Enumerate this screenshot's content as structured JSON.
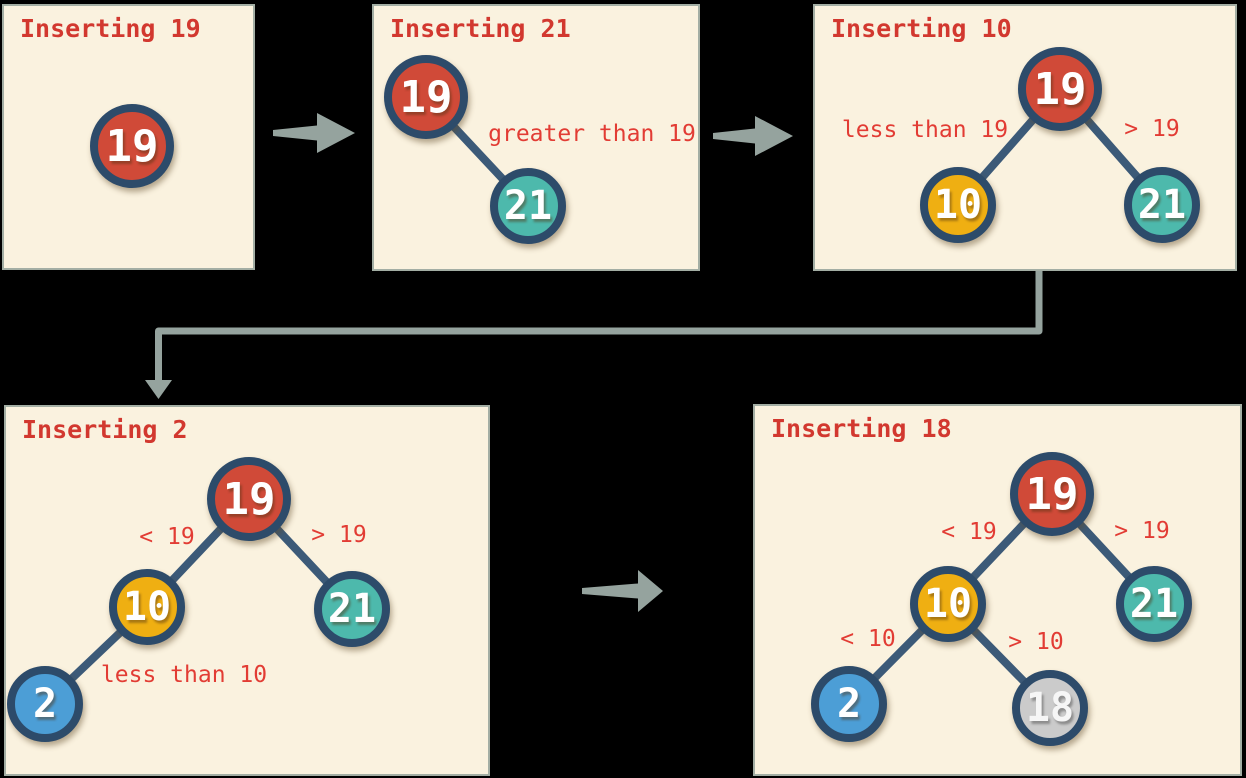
{
  "colors": {
    "background": "#000000",
    "panel_background": "#faf2df",
    "panel_border": "#a3aea4",
    "title_red": "#d2382f",
    "label_red": "#e23c34",
    "node_ring_navy": "#2d4b6a",
    "edge_navy": "#3c5a78",
    "node_red": "#d04a38",
    "node_yellow": "#efaf12",
    "node_teal": "#4db9ac",
    "node_blue": "#4c9ed6",
    "node_gray": "#cbcbcb",
    "connector_gray": "#95a39e"
  },
  "panels": [
    {
      "title": "Inserting 19",
      "nodes": [
        {
          "value": "19",
          "color": "#d04a38"
        }
      ],
      "labels": []
    },
    {
      "title": "Inserting 21",
      "nodes": [
        {
          "value": "19",
          "color": "#d04a38"
        },
        {
          "value": "21",
          "color": "#4db9ac"
        }
      ],
      "labels": [
        {
          "text": "greater than 19"
        }
      ]
    },
    {
      "title": "Inserting 10",
      "nodes": [
        {
          "value": "19",
          "color": "#d04a38"
        },
        {
          "value": "10",
          "color": "#efaf12"
        },
        {
          "value": "21",
          "color": "#4db9ac"
        }
      ],
      "labels": [
        {
          "text": "less than 19"
        },
        {
          "text": "> 19"
        }
      ]
    },
    {
      "title": "Inserting 2",
      "nodes": [
        {
          "value": "19",
          "color": "#d04a38"
        },
        {
          "value": "10",
          "color": "#efaf12"
        },
        {
          "value": "21",
          "color": "#4db9ac"
        },
        {
          "value": "2",
          "color": "#4c9ed6"
        }
      ],
      "labels": [
        {
          "text": "< 19"
        },
        {
          "text": "> 19"
        },
        {
          "text": "less than 10"
        }
      ]
    },
    {
      "title": "Inserting 18",
      "nodes": [
        {
          "value": "19",
          "color": "#d04a38"
        },
        {
          "value": "10",
          "color": "#efaf12"
        },
        {
          "value": "21",
          "color": "#4db9ac"
        },
        {
          "value": "2",
          "color": "#4c9ed6"
        },
        {
          "value": "18",
          "color": "#cbcbcb"
        }
      ],
      "labels": [
        {
          "text": "< 19"
        },
        {
          "text": "> 19"
        },
        {
          "text": "< 10"
        },
        {
          "text": "> 10"
        }
      ]
    }
  ]
}
